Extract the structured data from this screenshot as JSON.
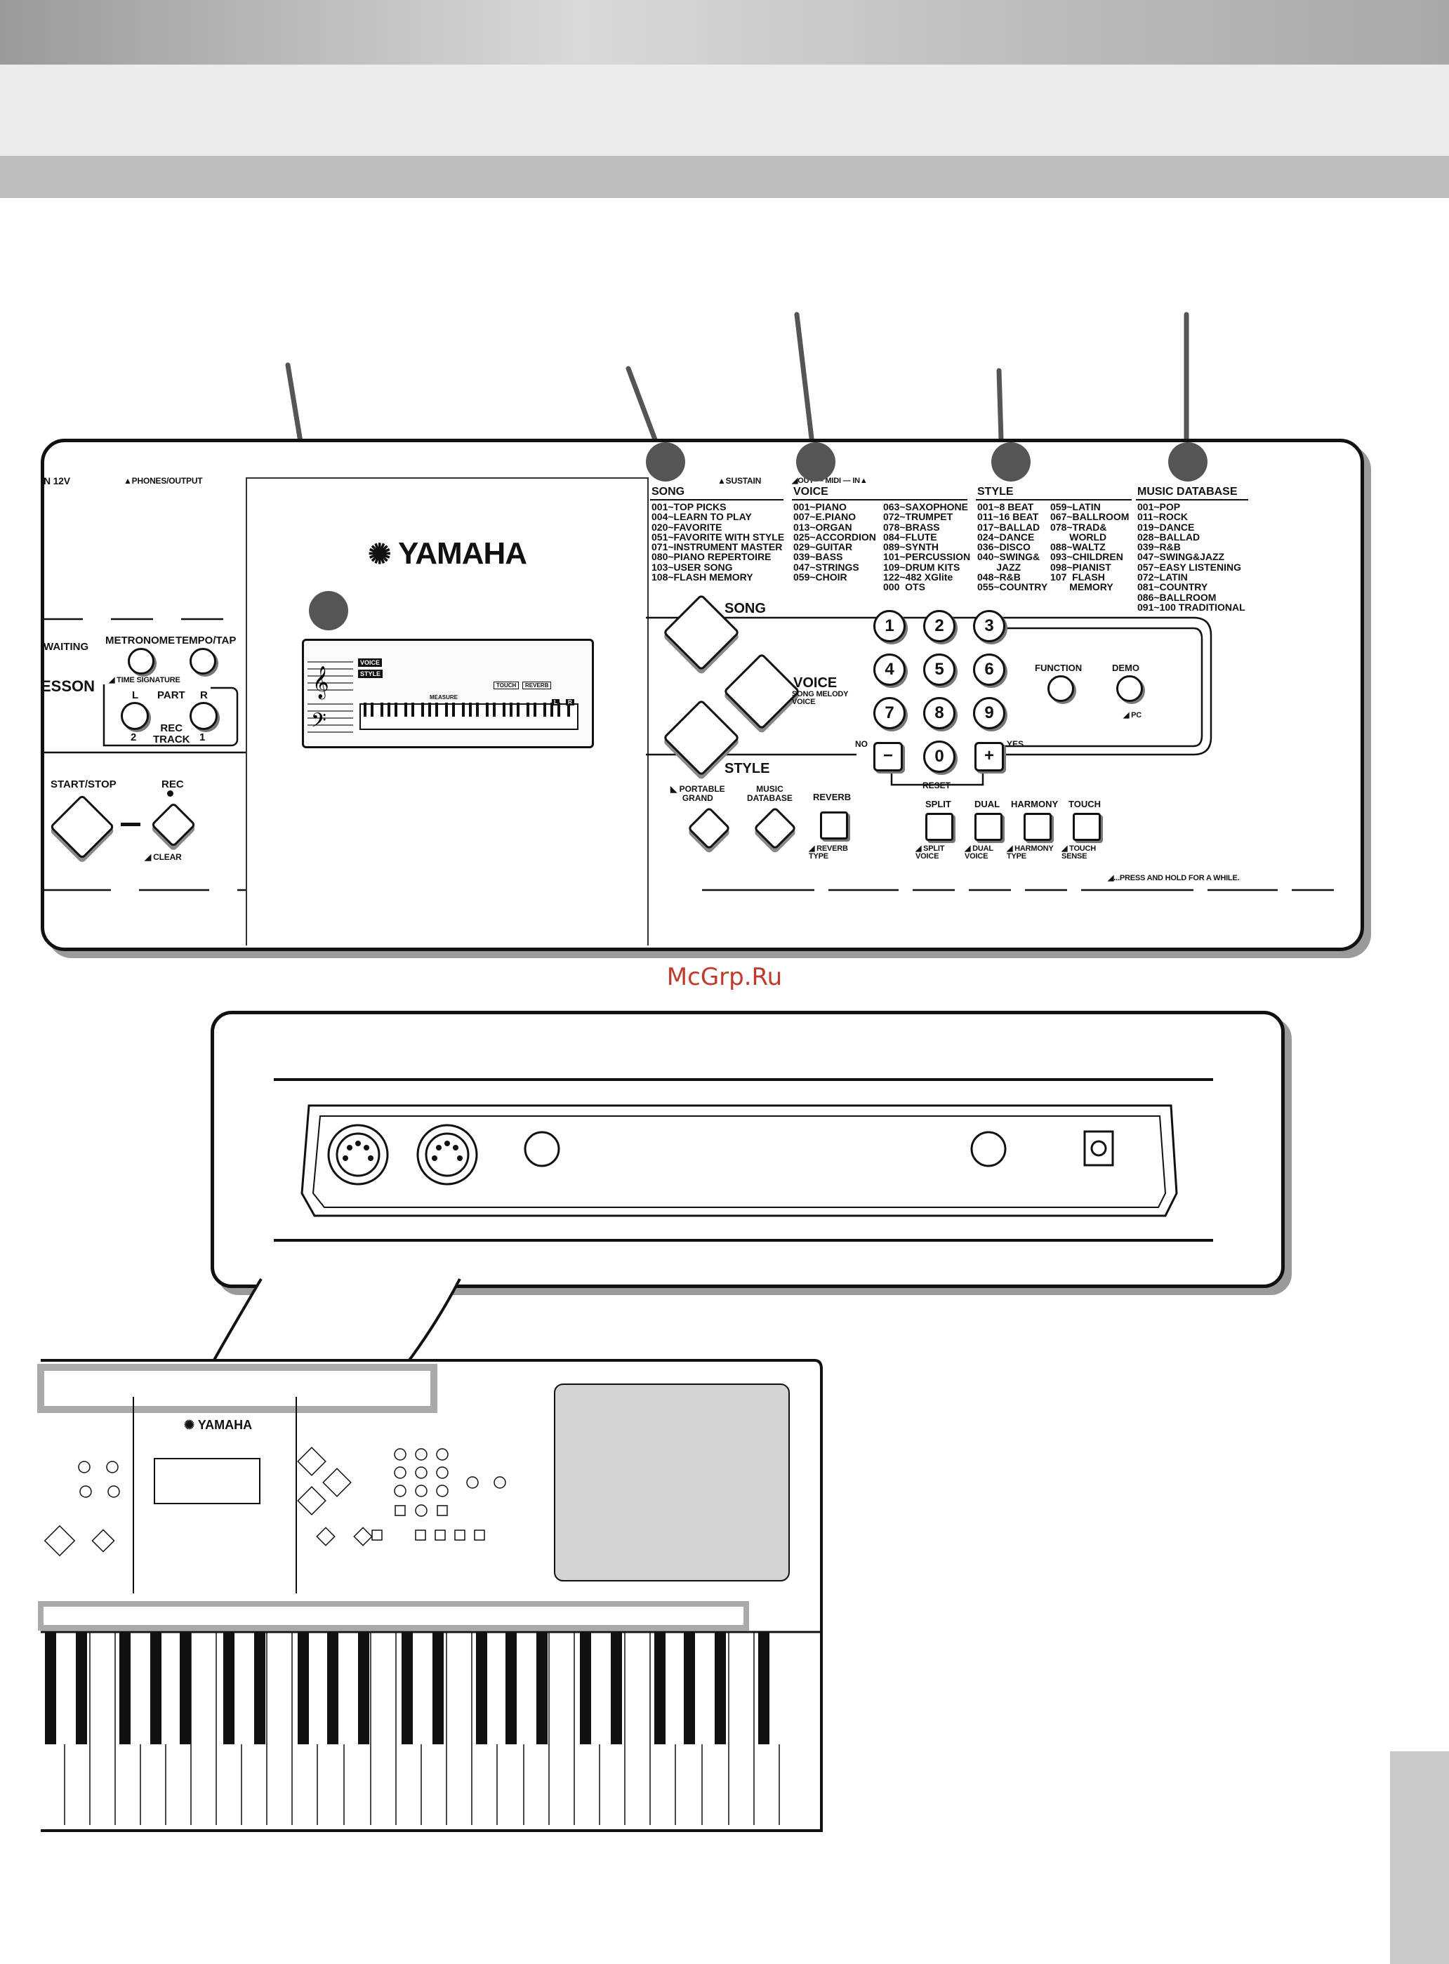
{
  "watermark": "McGrp.Ru",
  "panel": {
    "dc_in": "N 12V",
    "phones_output": "▲PHONES/OUTPUT",
    "sustain": "▲SUSTAIN",
    "midi": "◢OUT — MIDI — IN▲",
    "brand": "YAMAHA",
    "song": {
      "heading": "SONG",
      "list": "001~TOP PICKS\n004~LEARN TO PLAY\n020~FAVORITE\n051~FAVORITE WITH STYLE\n071~INSTRUMENT MASTER\n080~PIANO REPERTOIRE\n103~USER SONG\n108~FLASH MEMORY"
    },
    "voice": {
      "heading": "VOICE",
      "list1": "001~PIANO\n007~E.PIANO\n013~ORGAN\n025~ACCORDION\n029~GUITAR\n039~BASS\n047~STRINGS\n059~CHOIR",
      "list2": "063~SAXOPHONE\n072~TRUMPET\n078~BRASS\n084~FLUTE\n089~SYNTH\n101~PERCUSSION\n109~DRUM KITS\n122~482 XGlite\n000  OTS"
    },
    "style": {
      "heading": "STYLE",
      "list1": "001~8 BEAT\n011~16 BEAT\n017~BALLAD\n024~DANCE\n036~DISCO\n040~SWING&\n       JAZZ\n048~R&B\n055~COUNTRY",
      "list2": "059~LATIN\n067~BALLROOM\n078~TRAD&\n       WORLD\n088~WALTZ\n093~CHILDREN\n098~PIANIST\n107  FLASH\n       MEMORY"
    },
    "music_database": {
      "heading": "MUSIC DATABASE",
      "list": "001~POP\n011~ROCK\n019~DANCE\n028~BALLAD\n039~R&B\n047~SWING&JAZZ\n057~EASY LISTENING\n072~LATIN\n081~COUNTRY\n086~BALLROOM\n091~100 TRADITIONAL"
    },
    "buttons": {
      "waiting": "WAITING",
      "lesson": "ESSON",
      "metronome": "METRONOME",
      "tempo_tap": "TEMPO/TAP",
      "time_signature": "TIME SIGNATURE",
      "part": "PART",
      "l": "L",
      "r": "R",
      "rec_track": "REC\nTRACK",
      "track2": "2",
      "track1": "1",
      "start_stop": "START/STOP",
      "rec": "REC",
      "clear": "CLEAR",
      "song": "SONG",
      "voice": "VOICE",
      "song_melody_voice": "SONG MELODY\nVOICE",
      "style": "STYLE",
      "function": "FUNCTION",
      "demo": "DEMO",
      "pc": "PC",
      "no": "NO",
      "yes": "YES",
      "reset": "RESET",
      "portable_grand": "PORTABLE\nGRAND",
      "music_database": "MUSIC\nDATABASE",
      "reverb": "REVERB",
      "reverb_type": "REVERB\nTYPE",
      "split": "SPLIT",
      "split_voice": "SPLIT\nVOICE",
      "dual": "DUAL",
      "dual_voice": "DUAL\nVOICE",
      "harmony": "HARMONY",
      "harmony_type": "HARMONY\nTYPE",
      "touch": "TOUCH",
      "touch_sense": "TOUCH\nSENSE",
      "press_hold": "...PRESS AND HOLD FOR A WHILE."
    },
    "keypad": [
      "1",
      "2",
      "3",
      "4",
      "5",
      "6",
      "7",
      "8",
      "9",
      "−",
      "0",
      "+"
    ],
    "lcd": {
      "voice": "VOICE",
      "style": "STYLE",
      "touch": "TOUCH",
      "reverb": "REVERB",
      "measure": "MEASURE",
      "l": "L",
      "r": "R"
    }
  },
  "overview": {
    "brand": "YAMAHA"
  },
  "colors": {
    "watermark": "#c0392b",
    "header_dark": "#bdbdbd",
    "header_light": "#ececec",
    "callout_dot": "#555555",
    "side_tab": "#c8c8c8"
  }
}
